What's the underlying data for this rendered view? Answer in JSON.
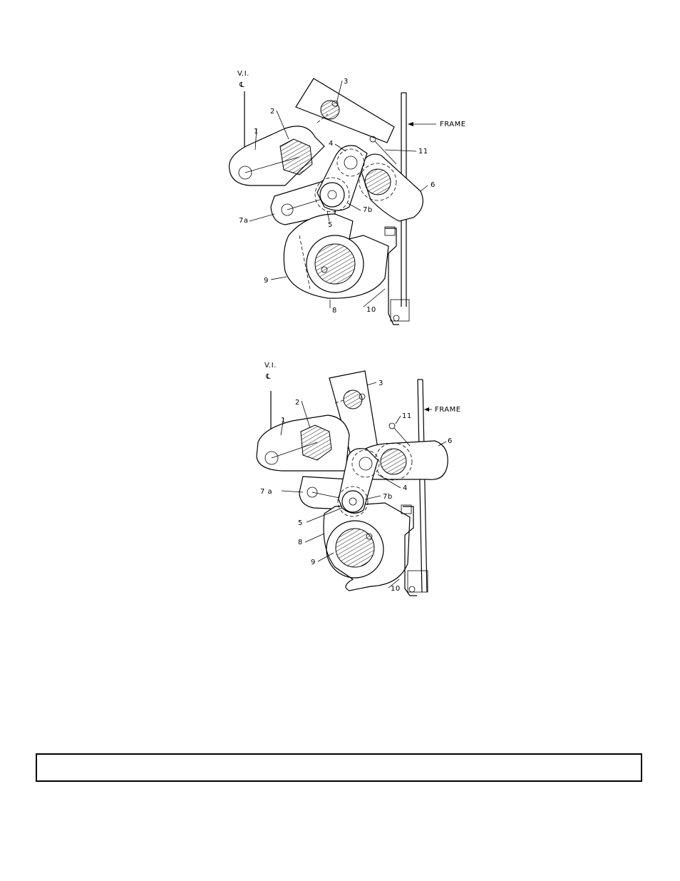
{
  "figure_top": {
    "labels": {
      "vi": "V.I.",
      "cl": "℄",
      "p1": "1",
      "p2": "2",
      "p3": "3",
      "p4": "4",
      "p5": "5",
      "p6": "6",
      "p7a": "7a",
      "p7b": "7b",
      "p8": "8",
      "p9": "9",
      "p10": "10",
      "p11": "11",
      "frame": "FRAME"
    }
  },
  "figure_bottom": {
    "labels": {
      "vi": "V.I.",
      "cl": "℄",
      "p1": "1",
      "p2": "2",
      "p3": "3",
      "p4": "4",
      "p5": "5",
      "p6": "6",
      "p7a": "7 a",
      "p7b": "7b",
      "p8": "8",
      "p9": "9",
      "p10": "10",
      "p11": "11",
      "frame": "FRAME"
    }
  },
  "caption": {
    "text": ""
  }
}
